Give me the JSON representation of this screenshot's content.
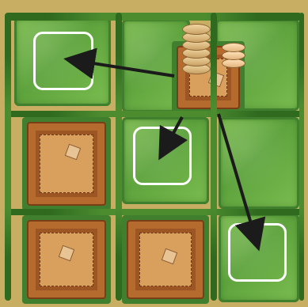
{
  "game": {
    "moves": [
      {
        "from": "center-top",
        "to": "left-top",
        "label": "move-left"
      },
      {
        "from": "center-top",
        "to": "center-mid",
        "label": "move-down"
      },
      {
        "from": "center-top",
        "to": "right-bottom",
        "label": "move-down-right"
      }
    ],
    "pieces": {
      "tall_stack_count": 6,
      "short_stack_count": 3
    },
    "icons": [
      "stack-icon",
      "arrow-icon",
      "target-icon"
    ],
    "colors": {
      "grass": "#6cae45",
      "hedge": "#2f6a1f",
      "target": "#ffffff",
      "arrow": "#1b1b1b",
      "lot": "#b56a2e"
    }
  }
}
